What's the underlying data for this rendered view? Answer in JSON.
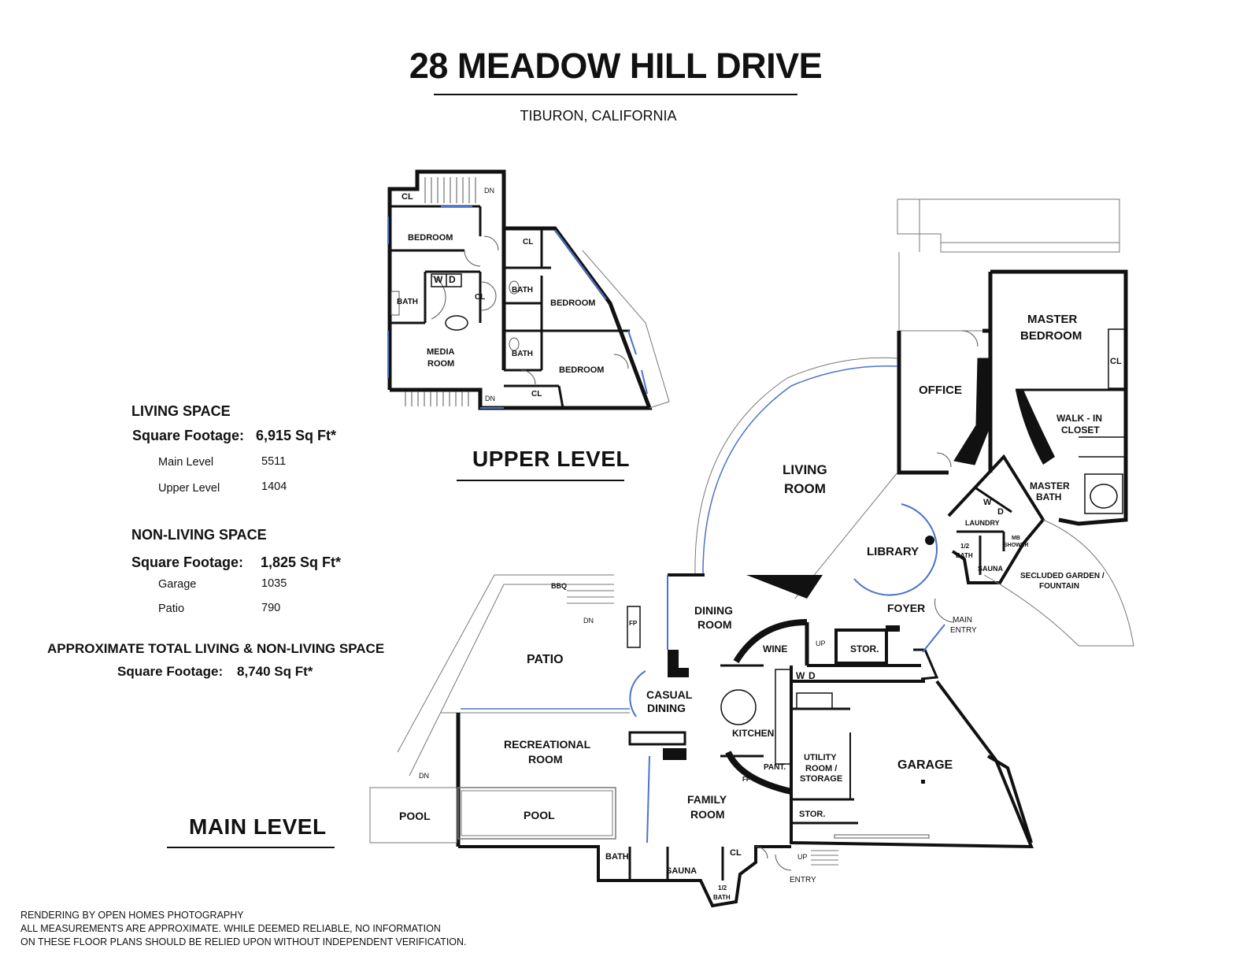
{
  "header": {
    "title": "28 MEADOW HILL DRIVE",
    "subtitle": "TIBURON, CALIFORNIA"
  },
  "levels": {
    "upper": "UPPER LEVEL",
    "main": "MAIN LEVEL"
  },
  "stats": {
    "living": {
      "heading": "LIVING SPACE",
      "sq_label": "Square Footage:",
      "sq_value": "6,915 Sq Ft*",
      "rows": [
        {
          "label": "Main Level",
          "value": "5511"
        },
        {
          "label": "Upper Level",
          "value": "1404"
        }
      ]
    },
    "non_living": {
      "heading": "NON-LIVING SPACE",
      "sq_label": "Square Footage:",
      "sq_value": "1,825 Sq Ft*",
      "rows": [
        {
          "label": "Garage",
          "value": "1035"
        },
        {
          "label": "Patio",
          "value": "790"
        }
      ]
    },
    "total": {
      "heading": "APPROXIMATE  TOTAL LIVING & NON-LIVING SPACE",
      "sq_label": "Square Footage:",
      "sq_value": "8,740 Sq Ft*"
    }
  },
  "rooms": {
    "upper": {
      "cl_top": "CL",
      "dn_top": "DN",
      "bedroom_1": "BEDROOM",
      "cl_2": "CL",
      "w": "W",
      "d": "D",
      "bath_1": "BATH",
      "cl_3": "CL",
      "bath_2": "BATH",
      "bedroom_2": "BEDROOM",
      "media_1": "MEDIA",
      "media_2": "ROOM",
      "bath_3": "BATH",
      "bedroom_3": "BEDROOM",
      "dn_bottom": "DN",
      "cl_4": "CL"
    },
    "main": {
      "master_1": "MASTER",
      "master_2": "BEDROOM",
      "cl_master": "CL",
      "fp_1": "FP",
      "fp_2": "FP",
      "office": "OFFICE",
      "walkin_1": "WALK - IN",
      "walkin_2": "CLOSET",
      "living_1": "LIVING",
      "living_2": "ROOM",
      "master_bath_1": "MASTER",
      "master_bath_2": "BATH",
      "w": "W",
      "d": "D",
      "laundry": "LAUNDRY",
      "library": "LIBRARY",
      "half_bath_1": "1/2",
      "half_bath_2": "BATH",
      "mb_1": "MB",
      "mb_2": "SHOWER",
      "sauna_upper": "SAUNA",
      "garden_1": "SECLUDED GARDEN /",
      "garden_2": "FOUNTAIN",
      "bbq": "BBQ",
      "dn_patio": "DN",
      "fp_patio": "FP",
      "dining_1": "DINING",
      "dining_2": "ROOM",
      "foyer": "FOYER",
      "main_entry_1": "MAIN",
      "main_entry_2": "ENTRY",
      "patio": "PATIO",
      "wine": "WINE",
      "up_stor": "UP",
      "stor_1": "STOR.",
      "wd_w": "W",
      "wd_d": "D",
      "casual_1": "CASUAL",
      "casual_2": "DINING",
      "rec_1": "RECREATIONAL",
      "rec_2": "ROOM",
      "kitchen": "KITCHEN",
      "utility_1": "UTILITY",
      "utility_2": "ROOM /",
      "utility_3": "STORAGE",
      "pant": "PANT.",
      "garage": "GARAGE",
      "fp_family": "FP",
      "dn_pool": "DN",
      "family_1": "FAMILY",
      "family_2": "ROOM",
      "stor_2": "STOR.",
      "pool_left": "POOL",
      "pool_main": "POOL",
      "bath_bottom": "BATH",
      "sauna_bottom": "SAUNA",
      "cl_bottom": "CL",
      "up_entry": "UP",
      "entry": "ENTRY",
      "half_bath_b1": "1/2",
      "half_bath_b2": "BATH"
    }
  },
  "footer": {
    "line1": "RENDERING BY OPEN HOMES PHOTOGRAPHY",
    "line2": "ALL MEASUREMENTS ARE APPROXIMATE. WHILE DEEMED RELIABLE, NO INFORMATION",
    "line3": "ON THESE FLOOR PLANS SHOULD BE RELIED UPON WITHOUT INDEPENDENT VERIFICATION."
  },
  "colors": {
    "wall": "#111111",
    "window": "#4a74c9",
    "thin": "#555555"
  }
}
